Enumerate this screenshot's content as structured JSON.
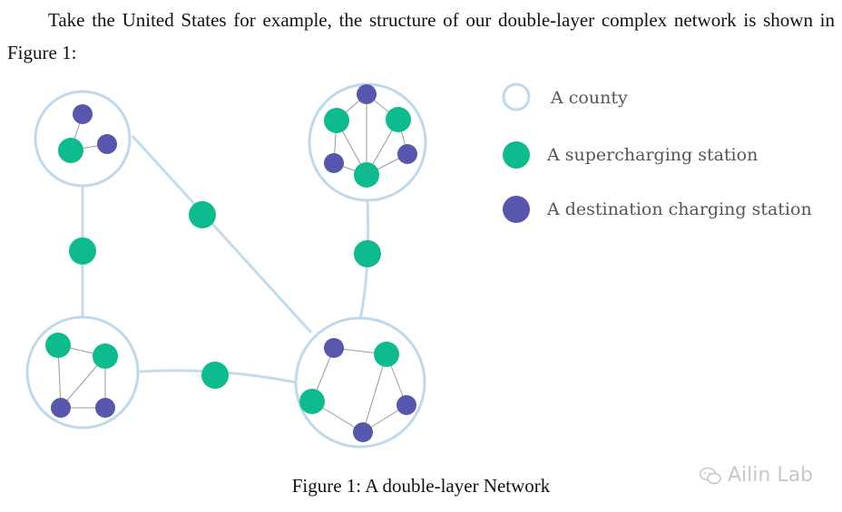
{
  "paragraph": "Take the United States for example, the structure of our double-layer complex network is shown in Figure 1:",
  "legend": {
    "county": "A county",
    "supercharging": "A supercharging station",
    "destination": "A destination charging station"
  },
  "caption": "Figure 1: A double-layer Network",
  "watermark": "Ailin Lab",
  "colors": {
    "county_ring": "#bfd9ec",
    "link": "#c2dced",
    "supercharging": "#0dbb8f",
    "destination": "#5657ad",
    "inner_edge": "#9a9a9a"
  }
}
